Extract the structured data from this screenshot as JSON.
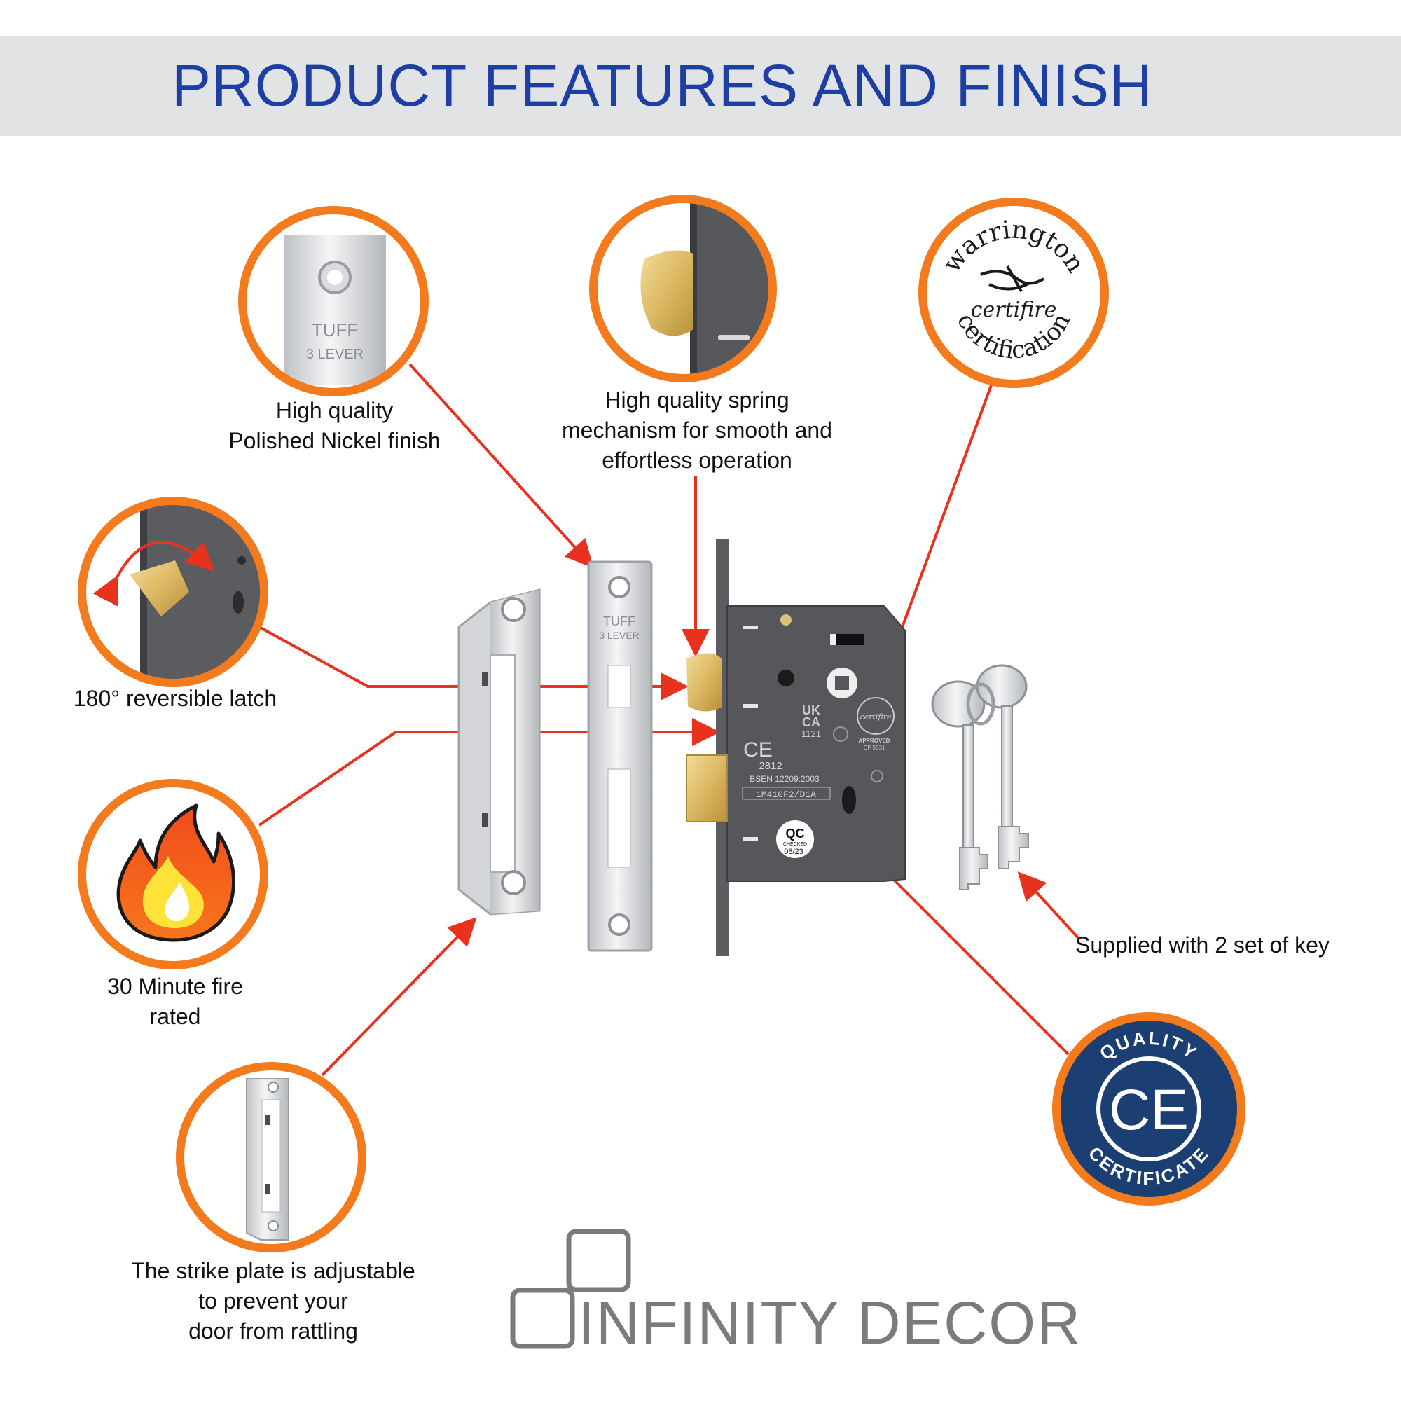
{
  "header": {
    "title": "PRODUCT FEATURES AND FINISH"
  },
  "features": [
    {
      "id": "nickel",
      "caption_line1": "High quality",
      "caption_line2": "Polished Nickel finish"
    },
    {
      "id": "spring",
      "caption_line1": "High quality spring",
      "caption_line2": "mechanism for smooth and",
      "caption_line3": "effortless operation"
    },
    {
      "id": "latch",
      "caption_line1": "180° reversible latch"
    },
    {
      "id": "fire",
      "caption_line1": "30 Minute fire",
      "caption_line2": "rated"
    },
    {
      "id": "strike",
      "caption_line1": "The strike plate is adjustable",
      "caption_line2": "to prevent your",
      "caption_line3": "door from rattling"
    },
    {
      "id": "keys",
      "caption_line1": "Supplied with 2 set of key"
    }
  ],
  "badges": {
    "warrington": {
      "top": "warrington",
      "brand": "certifire",
      "bottom": "certification"
    },
    "ce": {
      "top": "QUALITY",
      "mark": "CE",
      "bottom": "CERTIFICATE"
    }
  },
  "product_markings": {
    "forend_line1": "TUFF",
    "forend_line2": "3 LEVER",
    "case_ukca1": "UK",
    "case_ukca2": "CA",
    "case_ukca_num": "1121",
    "case_ce": "CE",
    "case_ce_num": "2812",
    "case_standard": "BSEN 12209:2003",
    "case_code": "1M410F2/D1A",
    "qc_title": "QC",
    "qc_sub": "CHECKED",
    "qc_date": "08/23",
    "cert_approved": "APPROVED",
    "cert_number": "CF 5531"
  },
  "brand": {
    "name": "INFINITY DECOR"
  },
  "colors": {
    "accent_orange": "#f47a1e",
    "arrow_red": "#e8321e",
    "title_blue": "#1d3fa3",
    "ce_navy": "#1c3f73"
  }
}
